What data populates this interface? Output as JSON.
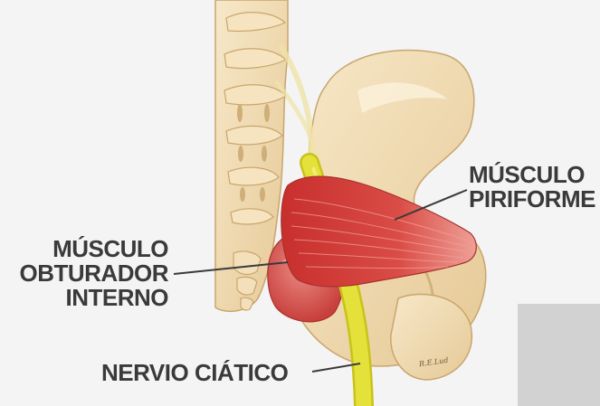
{
  "labels": {
    "piriforme": {
      "line1": "MÚSCULO",
      "line2": "PIRIFORME"
    },
    "obturador": {
      "line1": "MÚSCULO",
      "line2": "OBTURADOR",
      "line3": "INTERNO"
    },
    "nervio": "NERVIO CIÁTICO"
  },
  "artist_signature": "R.E.Lud",
  "colors": {
    "background": "#f4f4f4",
    "bone": "#f1dcb6",
    "bone_shadow": "#dcc08f",
    "muscle": "#d23a37",
    "muscle_light": "#e97466",
    "nerve": "#dede2a",
    "text": "#3a3a3a",
    "gray_box": "#d2d2d2"
  }
}
